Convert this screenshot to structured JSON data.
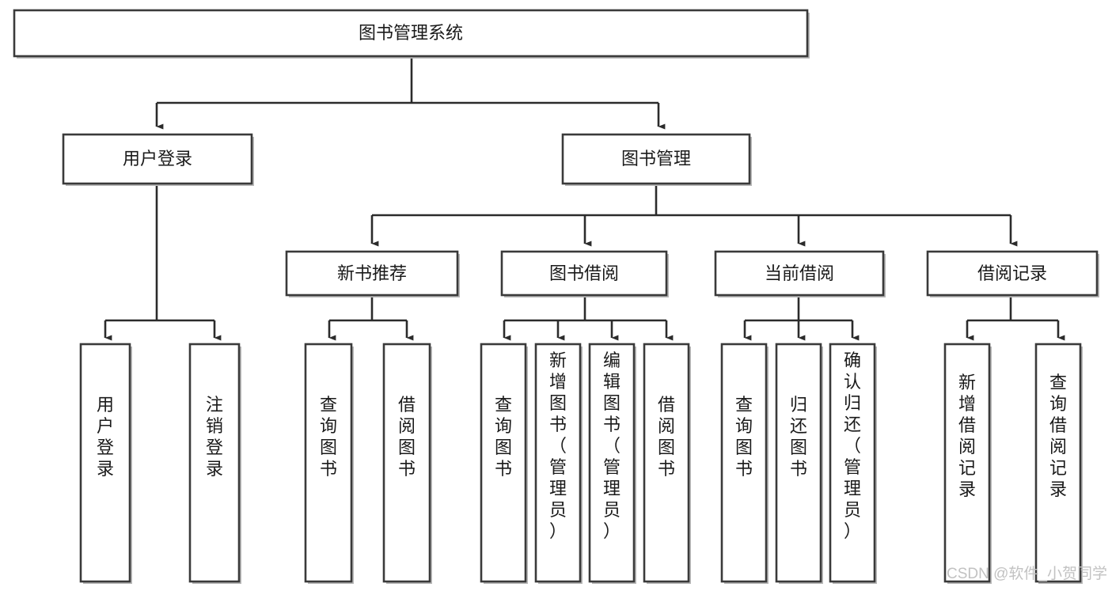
{
  "diagram": {
    "type": "tree",
    "title": "图书管理系统",
    "root": {
      "id": "root",
      "label": "图书管理系统",
      "orientation": "horizontal"
    },
    "level2": [
      {
        "id": "user-login",
        "label": "用户登录",
        "orientation": "horizontal"
      },
      {
        "id": "book-management",
        "label": "图书管理",
        "orientation": "horizontal"
      }
    ],
    "level3": [
      {
        "id": "new-book-recommend",
        "label": "新书推荐",
        "orientation": "horizontal",
        "parent": "book-management"
      },
      {
        "id": "book-borrow",
        "label": "图书借阅",
        "orientation": "horizontal",
        "parent": "book-management"
      },
      {
        "id": "current-borrow",
        "label": "当前借阅",
        "orientation": "horizontal",
        "parent": "book-management"
      },
      {
        "id": "borrow-record",
        "label": "借阅记录",
        "orientation": "horizontal",
        "parent": "book-management"
      }
    ],
    "leaves": [
      {
        "id": "leaf-user-login",
        "label": "用户登录",
        "orientation": "vertical",
        "parent": "user-login"
      },
      {
        "id": "leaf-logout",
        "label": "注销登录",
        "orientation": "vertical",
        "parent": "user-login"
      },
      {
        "id": "leaf-query-book-1",
        "label": "查询图书",
        "orientation": "vertical",
        "parent": "new-book-recommend"
      },
      {
        "id": "leaf-borrow-book-1",
        "label": "借阅图书",
        "orientation": "vertical",
        "parent": "new-book-recommend"
      },
      {
        "id": "leaf-query-book-2",
        "label": "查询图书",
        "orientation": "vertical",
        "parent": "book-borrow"
      },
      {
        "id": "leaf-add-book",
        "label": "新增图书（管理员）",
        "orientation": "vertical",
        "parent": "book-borrow"
      },
      {
        "id": "leaf-edit-book",
        "label": "编辑图书（管理员）",
        "orientation": "vertical",
        "parent": "book-borrow"
      },
      {
        "id": "leaf-borrow-book-2",
        "label": "借阅图书",
        "orientation": "vertical",
        "parent": "book-borrow"
      },
      {
        "id": "leaf-query-book-3",
        "label": "查询图书",
        "orientation": "vertical",
        "parent": "current-borrow"
      },
      {
        "id": "leaf-return-book",
        "label": "归还图书",
        "orientation": "vertical",
        "parent": "current-borrow"
      },
      {
        "id": "leaf-confirm-return",
        "label": "确认归还（管理员）",
        "orientation": "vertical",
        "parent": "current-borrow"
      },
      {
        "id": "leaf-add-record",
        "label": "新增借阅记录",
        "orientation": "vertical",
        "parent": "borrow-record"
      },
      {
        "id": "leaf-query-record",
        "label": "查询借阅记录",
        "orientation": "vertical",
        "parent": "borrow-record"
      }
    ]
  },
  "watermark": {
    "text": "CSDN @软件_小贺同学"
  },
  "colors": {
    "box_stroke": "#3a3a3a",
    "box_fill": "#ffffff",
    "connector": "#2b2b2b",
    "text": "#1a1a1a",
    "watermark": "#c2c2c2",
    "background": "#ffffff"
  }
}
